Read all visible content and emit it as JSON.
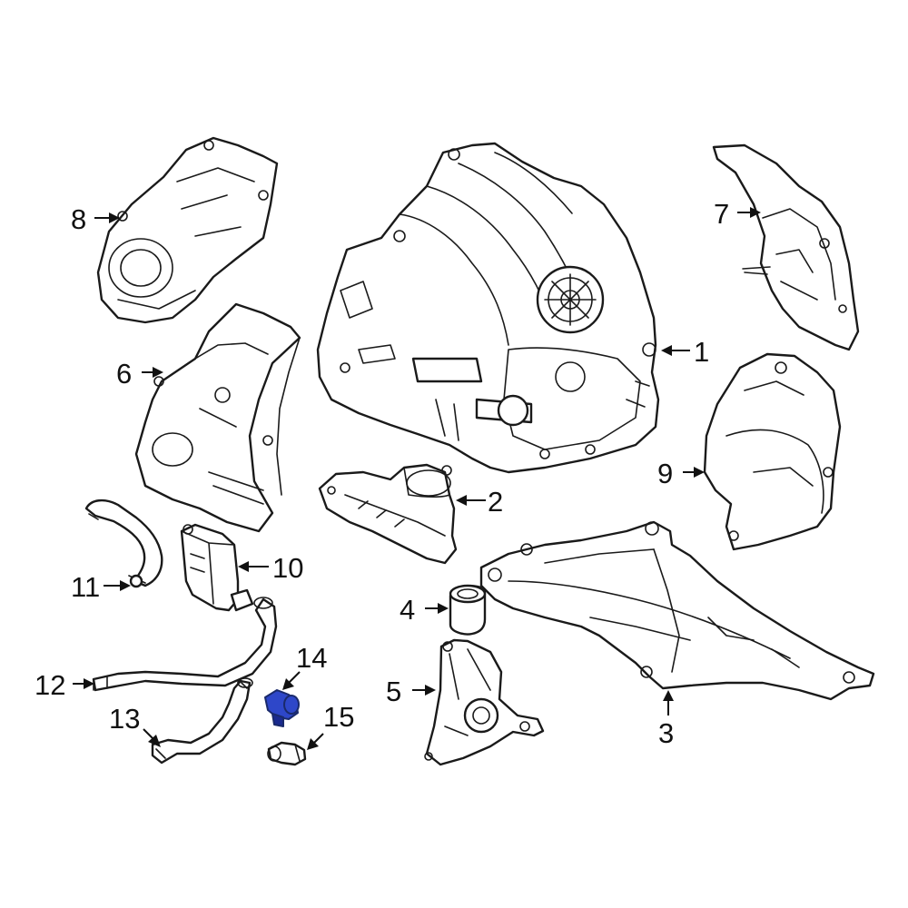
{
  "diagram": {
    "callouts": [
      {
        "id": "1",
        "label": "1"
      },
      {
        "id": "2",
        "label": "2"
      },
      {
        "id": "3",
        "label": "3"
      },
      {
        "id": "4",
        "label": "4"
      },
      {
        "id": "5",
        "label": "5"
      },
      {
        "id": "6",
        "label": "6"
      },
      {
        "id": "7",
        "label": "7"
      },
      {
        "id": "8",
        "label": "8"
      },
      {
        "id": "9",
        "label": "9"
      },
      {
        "id": "10",
        "label": "10"
      },
      {
        "id": "11",
        "label": "11"
      },
      {
        "id": "12",
        "label": "12"
      },
      {
        "id": "13",
        "label": "13"
      },
      {
        "id": "14",
        "label": "14"
      },
      {
        "id": "15",
        "label": "15"
      }
    ],
    "highlighted_part": "14",
    "colors": {
      "highlight": "#2e47c9",
      "highlight_dark": "#1a2a8f",
      "line": "#1a1a1a",
      "background": "#ffffff"
    }
  }
}
